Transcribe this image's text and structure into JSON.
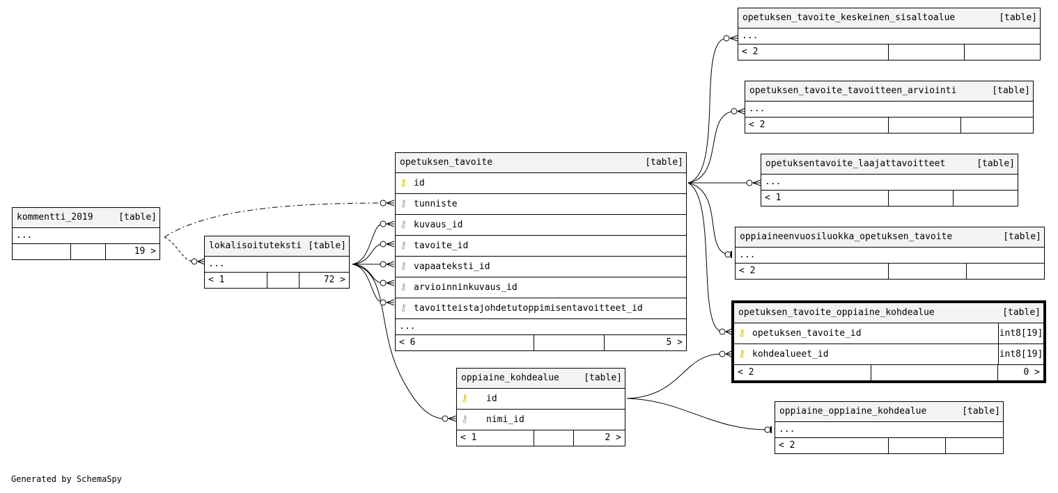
{
  "footer_text": "Generated by SchemaSpy",
  "tag": "[table]",
  "more": "...",
  "tables": {
    "kommentti_2019": {
      "name": "kommentti_2019",
      "footer": [
        "",
        "",
        "19 >"
      ]
    },
    "lokalisoituteksti": {
      "name": "lokalisoituteksti",
      "footer": [
        "< 1",
        "",
        "72 >"
      ]
    },
    "opetuksen_tavoite": {
      "name": "opetuksen_tavoite",
      "columns": [
        "id",
        "tunniste",
        "kuvaus_id",
        "tavoite_id",
        "vapaateksti_id",
        "arvioinninkuvaus_id",
        "tavoitteistajohdetutoppimisentavoitteet_id"
      ],
      "footer": [
        "< 6",
        "",
        "5 >"
      ]
    },
    "oppiaine_kohdealue": {
      "name": "oppiaine_kohdealue",
      "columns": [
        "id",
        "nimi_id"
      ],
      "footer": [
        "< 1",
        "",
        "2 >"
      ]
    },
    "opetuksen_tavoite_keskeinen_sisaltoalue": {
      "name": "opetuksen_tavoite_keskeinen_sisaltoalue",
      "footer": [
        "< 2",
        "",
        ""
      ]
    },
    "opetuksen_tavoite_tavoitteen_arviointi": {
      "name": "opetuksen_tavoite_tavoitteen_arviointi",
      "footer": [
        "< 2",
        "",
        ""
      ]
    },
    "opetuksentavoite_laajattavoitteet": {
      "name": "opetuksentavoite_laajattavoitteet",
      "footer": [
        "< 1",
        "",
        ""
      ]
    },
    "oppiaineenvuosiluokka_opetuksen_tavoite": {
      "name": "oppiaineenvuosiluokka_opetuksen_tavoite",
      "footer": [
        "< 2",
        "",
        ""
      ]
    },
    "opetuksen_tavoite_oppiaine_kohdealue": {
      "name": "opetuksen_tavoite_oppiaine_kohdealue",
      "columns": [
        {
          "name": "opetuksen_tavoite_id",
          "type": "int8[19]"
        },
        {
          "name": "kohdealueet_id",
          "type": "int8[19]"
        }
      ],
      "footer": [
        "< 2",
        "",
        "0 >"
      ]
    },
    "oppiaine_oppiaine_kohdealue": {
      "name": "oppiaine_oppiaine_kohdealue",
      "footer": [
        "< 2",
        "",
        ""
      ]
    }
  },
  "icons": {
    "primary_key": "key-icon-yellow",
    "foreign_key": "key-icon-gray"
  },
  "colors": {
    "header_bg": "#f3f3f3",
    "primary_key": "#e0c300",
    "foreign_key": "#a8a8a8"
  }
}
